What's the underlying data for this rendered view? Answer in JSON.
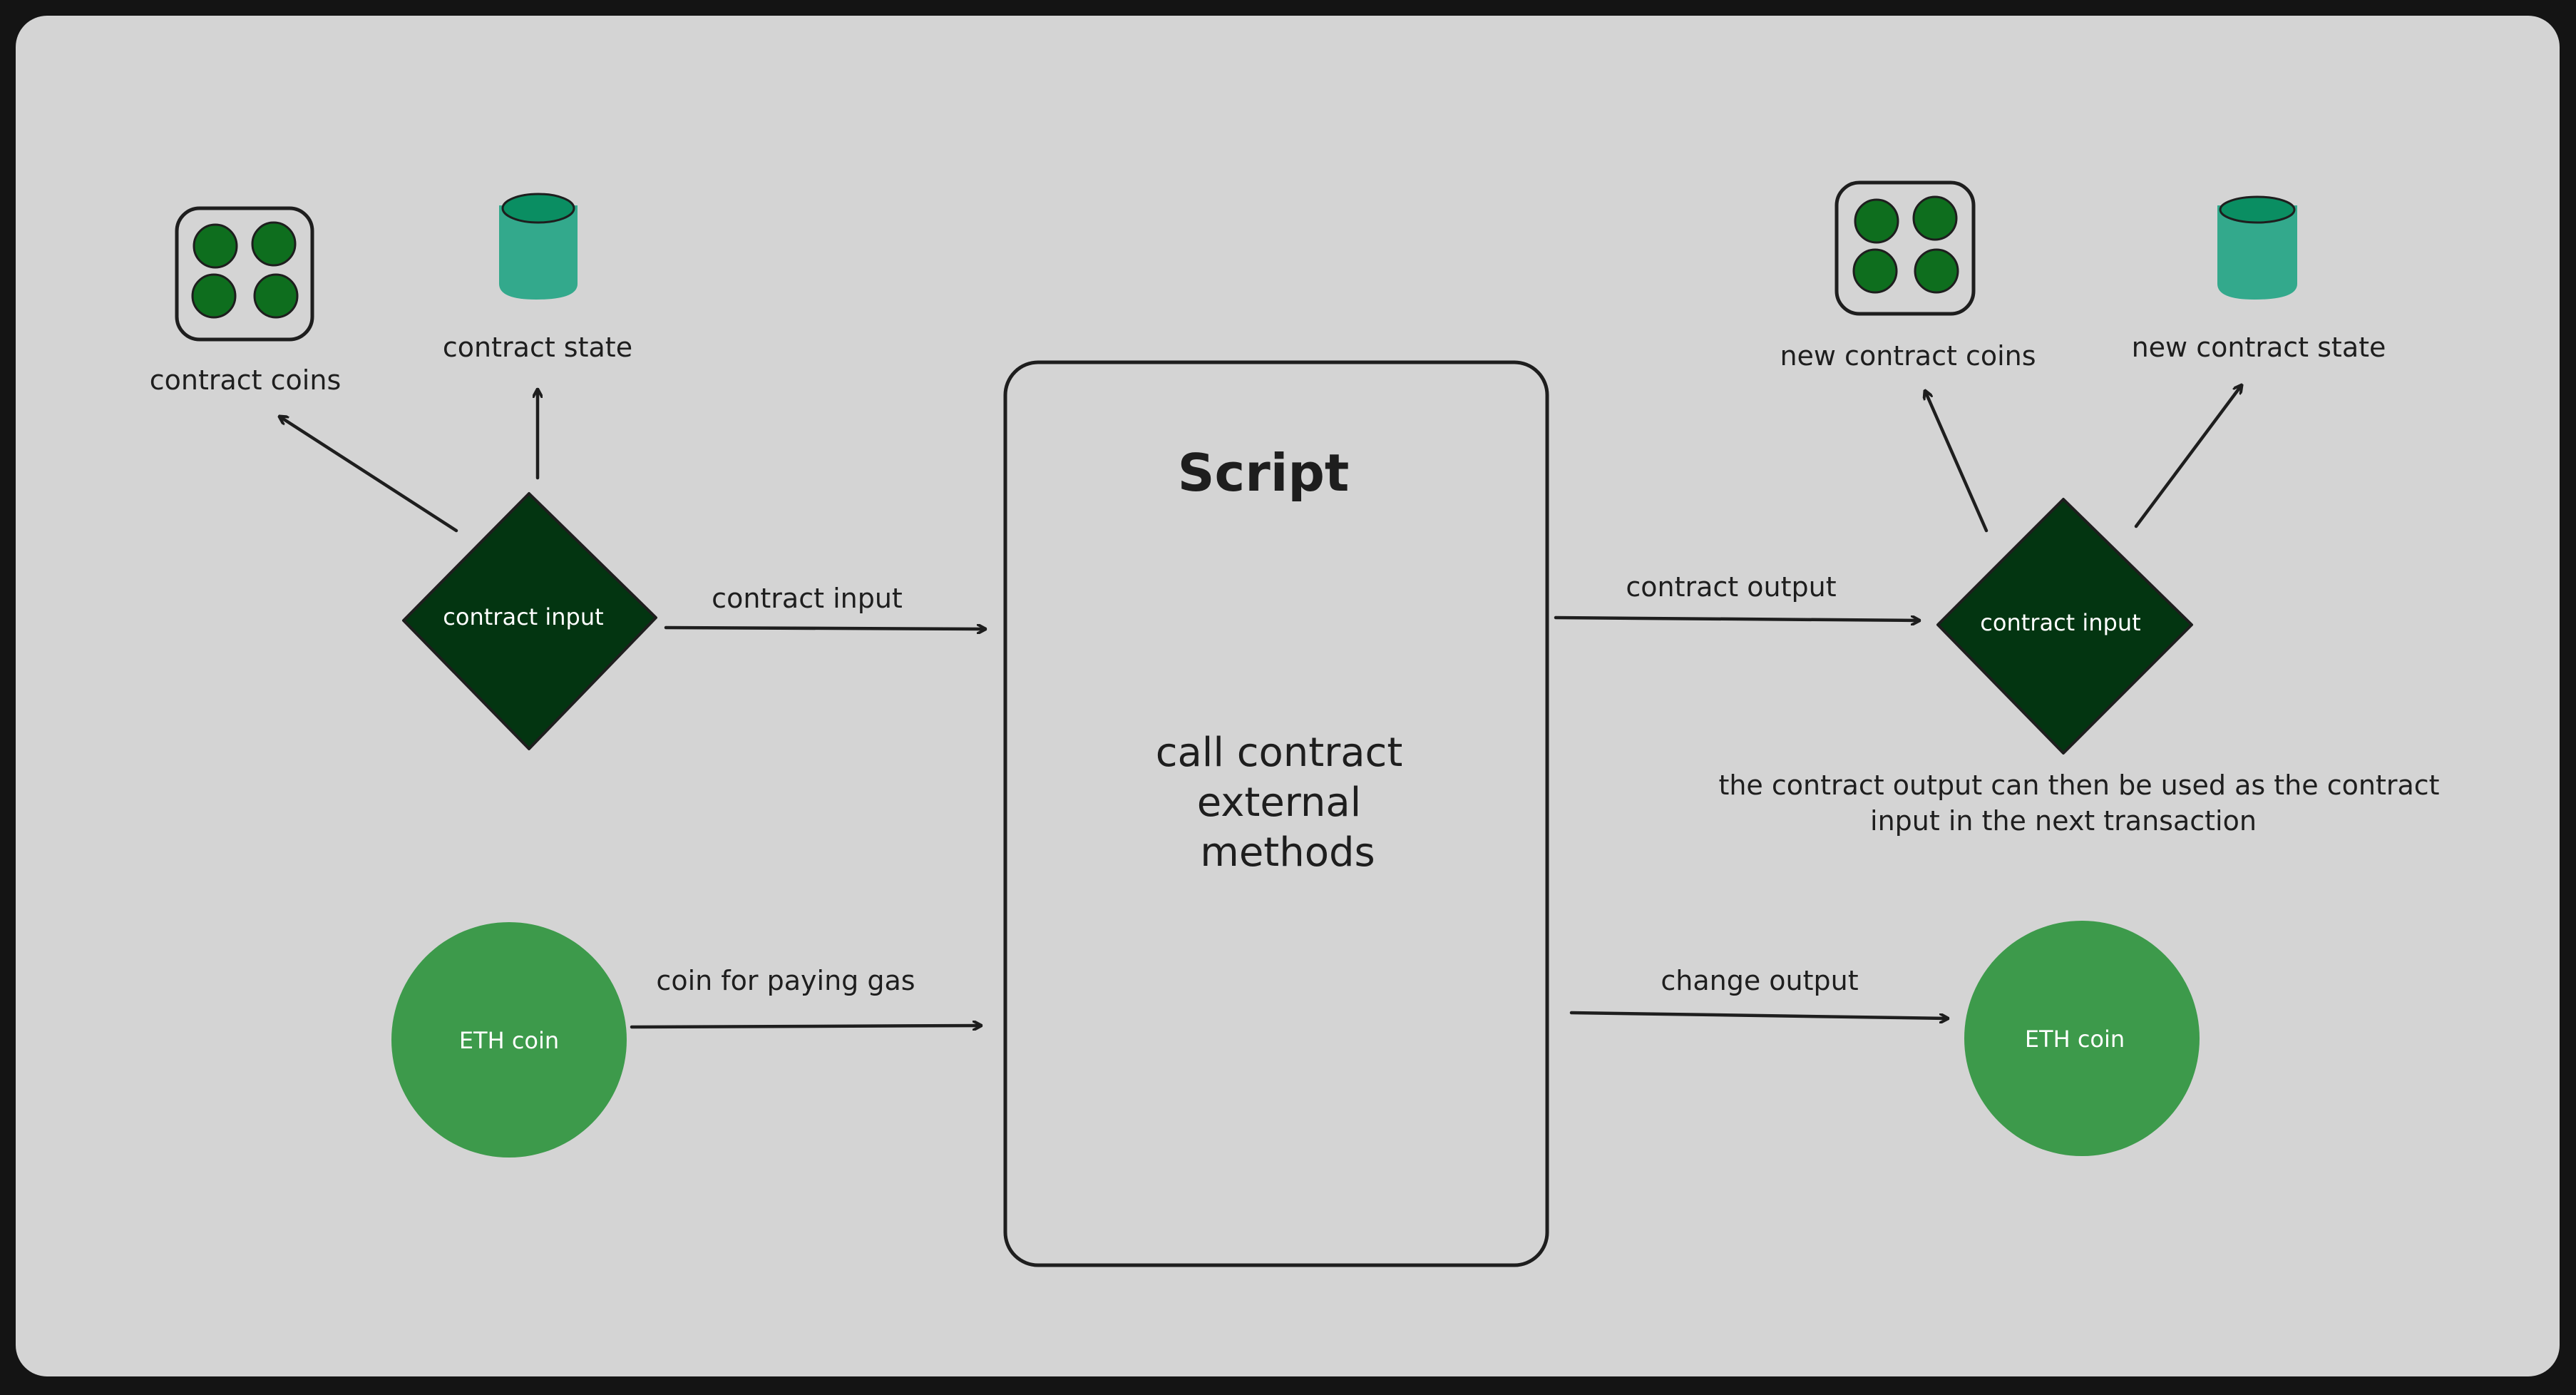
{
  "colors": {
    "background": "#d4d4d4",
    "frame": "#141414",
    "diamond": "#033511",
    "eth_coin": "#3d9a4b",
    "coin_dot": "#0e6e1e",
    "barrel": "#33a98c",
    "barrel_top": "#0a8e62",
    "stroke": "#1e1e1e"
  },
  "left": {
    "coins_icon": "coins-grid-icon",
    "coins_label": "contract coins",
    "state_icon": "database-icon",
    "state_label": "contract state",
    "diamond_label": "contract input",
    "arrow_contract_label": "contract input",
    "eth_label": "ETH coin",
    "arrow_gas_label": "coin for paying gas"
  },
  "script": {
    "title": "Script",
    "body_line1": "call contract",
    "body_line2": "external",
    "body_line3": "methods"
  },
  "right": {
    "arrow_output_label": "contract output",
    "diamond_label": "contract input",
    "coins_icon": "coins-grid-icon",
    "coins_label": "new contract coins",
    "state_icon": "database-icon",
    "state_label": "new contract state",
    "note_line1": "the contract output can then be used as the contract",
    "note_line2": "input in the next transaction",
    "arrow_change_label": "change output",
    "eth_label": "ETH coin"
  }
}
